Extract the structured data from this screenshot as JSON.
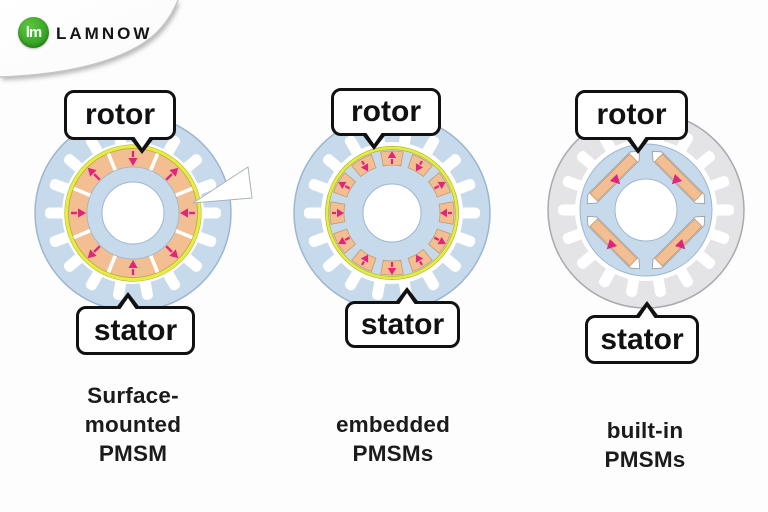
{
  "brand": {
    "name": "LAMNOW",
    "monogram": "lm"
  },
  "panels": [
    {
      "motor_type": "surface-mounted",
      "rotor_label": "rotor",
      "stator_label": "stator",
      "caption_lines": [
        "Surface-",
        "mounted",
        "PMSM"
      ]
    },
    {
      "motor_type": "embedded",
      "rotor_label": "rotor",
      "stator_label": "stator",
      "caption_lines": [
        "embedded",
        "PMSMs"
      ]
    },
    {
      "motor_type": "built-in",
      "rotor_label": "rotor",
      "stator_label": "stator",
      "caption_lines": [
        "built-in",
        "PMSMs"
      ]
    }
  ],
  "colors": {
    "stator_blue": "#c7daec",
    "stator_blue_stroke": "#9db6d0",
    "stator_gray": "#e4e4e6",
    "stator_gray_stroke": "#a9a9ae",
    "rotor_blue": "#c7daec",
    "magnet_orange": "#f3bf92",
    "magnet_stroke": "#c59a6a",
    "ring_yellow": "#e7eb46",
    "ring_yellow_edge": "#b2b82b",
    "arrow_pink": "#e0257f",
    "hole_stroke": "#9db6d0",
    "slot_white": "#ffffff",
    "callout_stroke": "#a9b2ba",
    "text_black": "#1b1b1b",
    "logo_green": "#3aa927"
  }
}
